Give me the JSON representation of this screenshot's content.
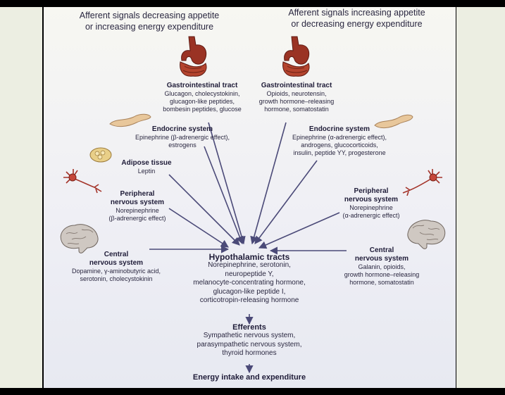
{
  "left_header": [
    "Afferent signals decreasing appetite",
    "or increasing energy expenditure"
  ],
  "right_header": [
    "Afferent signals increasing appetite",
    "or decreasing energy expenditure"
  ],
  "left": {
    "gi": {
      "title": "Gastrointestinal tract",
      "lines": [
        "Glucagon, cholecystokinin,",
        "glucagon-like peptides,",
        "bombesin peptides, glucose"
      ]
    },
    "endocrine": {
      "title": "Endocrine system",
      "lines": [
        "Epinephrine (β-adrenergic effect),",
        "estrogens"
      ]
    },
    "adipose": {
      "title": "Adipose tissue",
      "lines": [
        "Leptin"
      ]
    },
    "peripheral": {
      "title": [
        "Peripheral",
        "nervous system"
      ],
      "lines": [
        "Norepinephrine",
        "(β-adrenergic effect)"
      ]
    },
    "central": {
      "title": [
        "Central",
        "nervous system"
      ],
      "lines": [
        "Dopamine, γ-aminobutyric acid,",
        "serotonin, cholecystokinin"
      ]
    }
  },
  "right": {
    "gi": {
      "title": "Gastrointestinal tract",
      "lines": [
        "Opioids, neurotensin,",
        "growth hormone–releasing",
        "hormone, somatostatin"
      ]
    },
    "endocrine": {
      "title": "Endocrine system",
      "lines": [
        "Epinephrine (α-adrenergic effect),",
        "androgens, glucocorticoids,",
        "insulin, peptide YY, progesterone"
      ]
    },
    "peripheral": {
      "title": [
        "Peripheral",
        "nervous system"
      ],
      "lines": [
        "Norepinephrine",
        "(α-adrenergic effect)"
      ]
    },
    "central": {
      "title": [
        "Central",
        "nervous system"
      ],
      "lines": [
        "Galanin, opioids,",
        "growth hormone–releasing",
        "hormone, somatostatin"
      ]
    }
  },
  "center": {
    "title": "Hypothalamic tracts",
    "lines": [
      "Norepinephrine, serotonin,",
      "neuropeptide Y,",
      "melanocyte-concentrating hormone,",
      "glucagon-like peptide I,",
      "corticotropin-releasing hormone"
    ]
  },
  "efferents": {
    "title": "Efferents",
    "lines": [
      "Sympathetic nervous system,",
      "parasympathetic nervous system,",
      "thyroid hormones"
    ]
  },
  "final": "Energy intake and expenditure",
  "colors": {
    "arrow": "#4b4a78",
    "organ": "#8e2e22",
    "text": "#2a2740",
    "sheet": "#f3f3f3"
  },
  "icons": [
    "stomach-icon",
    "pancreas-icon",
    "adipose-cell-icon",
    "neuron-icon",
    "brain-icon"
  ]
}
